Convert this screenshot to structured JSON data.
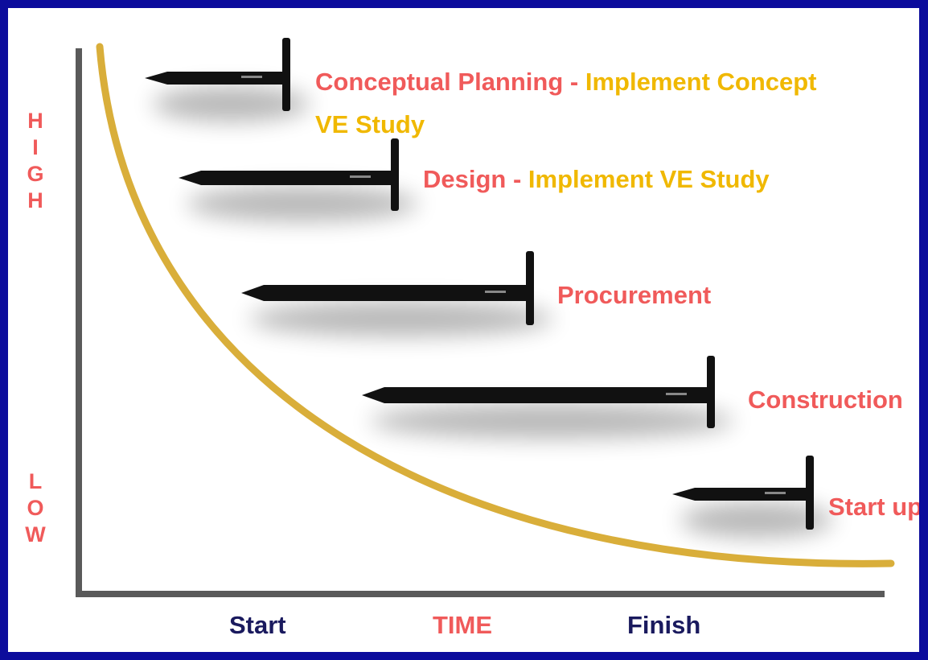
{
  "colors": {
    "border": "#0c0c9c",
    "red": "#f05a5a",
    "gold": "#f0b800",
    "navy": "#1a1a5e",
    "curve": "#d9ae3a",
    "axis": "#5a5a5a",
    "nail": "#111111"
  },
  "y_axis": {
    "high_letters": [
      "H",
      "I",
      "G",
      "H"
    ],
    "low_letters": [
      "L",
      "O",
      "W"
    ]
  },
  "x_axis": {
    "start": "Start",
    "title": "TIME",
    "finish": "Finish"
  },
  "phases": [
    {
      "name": "Conceptual Planning",
      "separator": " - ",
      "action": "Implement Concept",
      "action_line2": "VE Study",
      "icon": "nail-icon"
    },
    {
      "name": "Design",
      "separator": " - ",
      "action": "Implement VE Study",
      "icon": "nail-icon"
    },
    {
      "name": "Procurement",
      "icon": "nail-icon"
    },
    {
      "name": "Construction",
      "icon": "nail-icon"
    },
    {
      "name": "Start up",
      "icon": "nail-icon"
    }
  ]
}
